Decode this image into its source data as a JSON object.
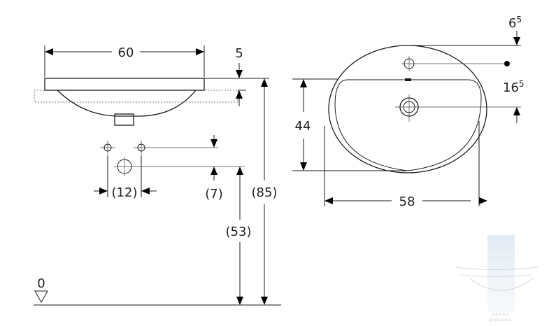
{
  "diagram": {
    "dimensions": {
      "width_top": "60",
      "rim_top": "5",
      "total_height": "(85)",
      "drain_height": "(53)",
      "tap_offset": "(7)",
      "hole_spacing": "(12)",
      "floor_level": "0",
      "bowl_depth": "44",
      "bowl_width": "58",
      "tap_top_main": "6",
      "tap_top_sup": "5",
      "tap_side_main": "16",
      "tap_side_sup": "5"
    },
    "watermark": {
      "line1": "vannu",
      "line2": "pasaule"
    },
    "colors": {
      "line": "#1a1a1a",
      "watermark": "#c5d5e6"
    }
  }
}
